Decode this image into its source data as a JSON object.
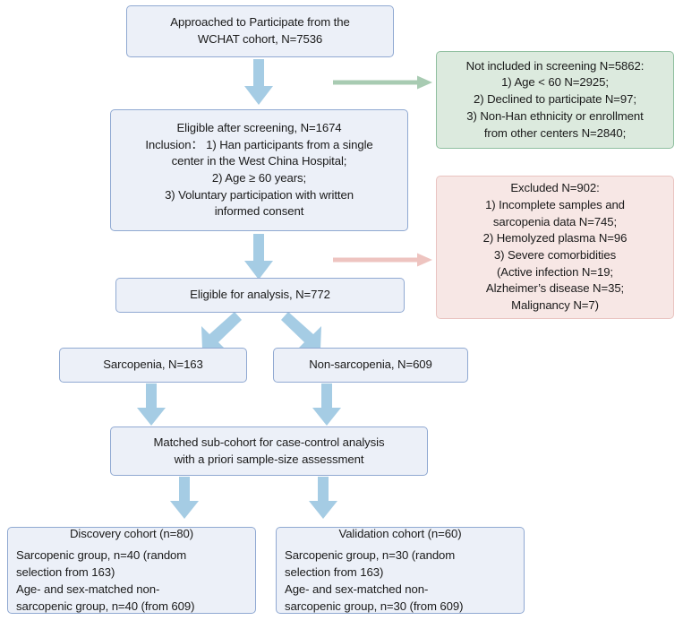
{
  "diagram": {
    "title": "Study participant flow diagram",
    "colors": {
      "blue_fill": "#ecf0f8",
      "blue_border": "#90a9d2",
      "green_fill": "#dceade",
      "green_border": "#8fbf9f",
      "pink_fill": "#f7e7e5",
      "pink_border": "#e9c4c1",
      "blue_arrow": "#a5cce4",
      "green_arrow": "#a8cbb2",
      "pink_arrow": "#eec4c0",
      "text": "#1a1a1a",
      "background": "#ffffff"
    },
    "nodes": {
      "approached": {
        "lines": [
          "Approached to Participate from the",
          "WCHAT cohort, N=7536"
        ]
      },
      "not_included": {
        "lines": [
          "Not included in screening N=5862:",
          "1) Age < 60 N=2925;",
          "2) Declined to participate N=97;",
          "3) Non-Han ethnicity or enrollment",
          "from other centers N=2840;"
        ]
      },
      "eligible_screening": {
        "lines": [
          "Eligible after screening, N=1674",
          "Inclusion： 1) Han participants from a single",
          "center in the West China Hospital;",
          "2) Age ≥ 60 years;",
          "3) Voluntary participation with written",
          "informed consent"
        ]
      },
      "excluded": {
        "lines": [
          "Excluded N=902:",
          "1) Incomplete samples and",
          "sarcopenia data N=745;",
          "2) Hemolyzed plasma N=96",
          "3) Severe comorbidities",
          "(Active infection N=19;",
          "Alzheimer’s disease N=35;",
          "Malignancy N=7)"
        ]
      },
      "eligible_analysis": {
        "lines": [
          "Eligible for analysis, N=772"
        ]
      },
      "sarcopenia": {
        "lines": [
          "Sarcopenia, N=163"
        ]
      },
      "non_sarcopenia": {
        "lines": [
          "Non-sarcopenia, N=609"
        ]
      },
      "matched_subcohort": {
        "lines": [
          "Matched sub-cohort for case-control analysis",
          "with a priori sample-size assessment"
        ]
      },
      "discovery_cohort": {
        "heading": "Discovery cohort (n=80)",
        "lines": [
          "Sarcopenic group, n=40 (random",
          "selection from 163)",
          "Age- and sex-matched non-",
          "sarcopenic group, n=40 (from 609)"
        ]
      },
      "validation_cohort": {
        "heading": "Validation cohort (n=60)",
        "lines": [
          "Sarcopenic group, n=30 (random",
          "selection from 163)",
          "Age- and sex-matched non-",
          "sarcopenic group, n=30 (from 609)"
        ]
      }
    }
  }
}
